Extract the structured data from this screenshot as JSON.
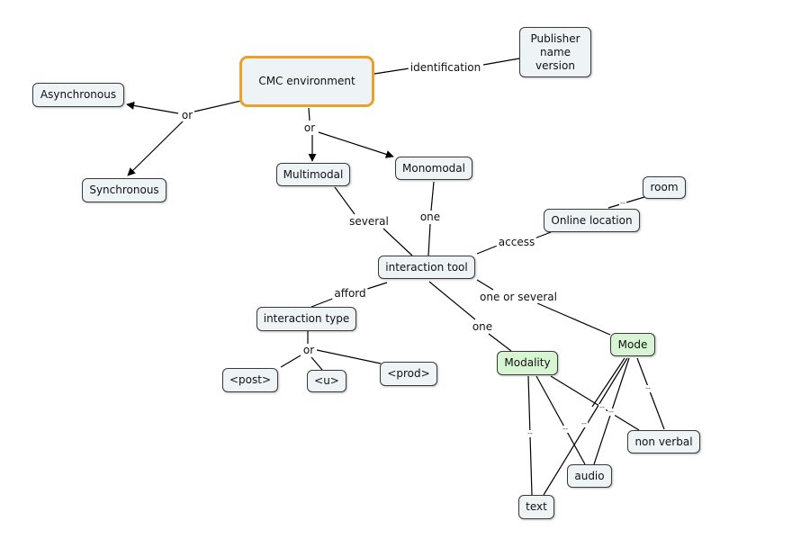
{
  "nodes": {
    "cmc": "CMC environment",
    "publisher": "Publisher\nname\nversion",
    "asynchronous": "Asynchronous",
    "synchronous": "Synchronous",
    "multimodal": "Multimodal",
    "monomodal": "Monomodal",
    "room": "room",
    "online_location": "Online location",
    "interaction_tool": "interaction tool",
    "interaction_type": "interaction type",
    "post": "<post>",
    "u": "<u>",
    "prod": "<prod>",
    "mode": "Mode",
    "modality": "Modality",
    "non_verbal": "non verbal",
    "audio": "audio",
    "text": "text"
  },
  "edge_labels": {
    "identification": "identification",
    "or_sync": "or",
    "or_modal": "or",
    "several": "several",
    "one_mono": "one",
    "access": "access",
    "dash_room": "--",
    "afford": "afford",
    "or_type": "or",
    "one_or_several": "one or several",
    "one_modality": "one",
    "dash_1": "--",
    "dash_2": "--",
    "dash_3": "--",
    "dash_4": "--",
    "dash_5": "--",
    "dash_6": "--"
  },
  "colors": {
    "node_fill": "#eef3f6",
    "node_border": "#3a3a3a",
    "root_border": "#e8a02f",
    "green_fill": "#d7f5d2",
    "line": "#000000"
  }
}
